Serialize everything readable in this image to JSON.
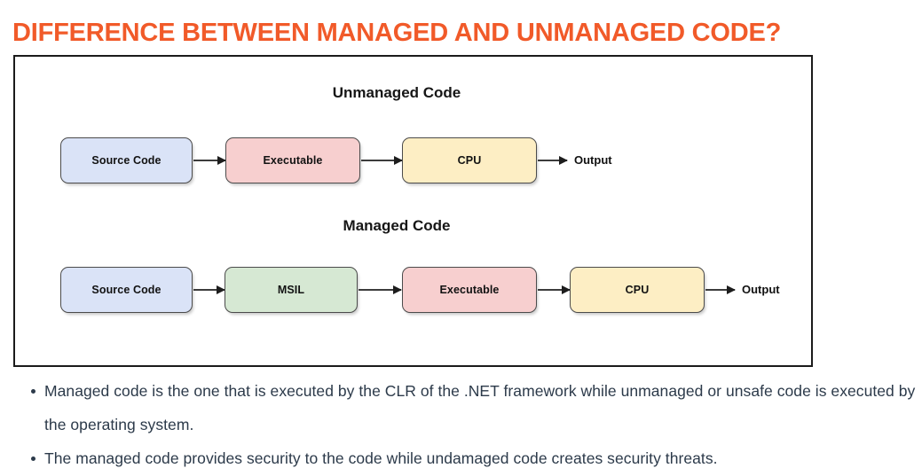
{
  "slide": {
    "title": "DIFFERENCE BETWEEN MANAGED AND UNMANAGED CODE?",
    "title_color": "#f15a29"
  },
  "diagram": {
    "frame_border_color": "#1b1b1b",
    "flows": [
      {
        "heading": "Unmanaged Code",
        "nodes": [
          {
            "label": "Source Code",
            "color": "#dae3f7",
            "swatch": "blue"
          },
          {
            "label": "Executable",
            "color": "#f7cfcf",
            "swatch": "pink"
          },
          {
            "label": "CPU",
            "color": "#fdeec4",
            "swatch": "yellow"
          }
        ],
        "end_label": "Output"
      },
      {
        "heading": "Managed Code",
        "nodes": [
          {
            "label": "Source Code",
            "color": "#dae3f7",
            "swatch": "blue"
          },
          {
            "label": "MSIL",
            "color": "#d6e8d3",
            "swatch": "green"
          },
          {
            "label": "Executable",
            "color": "#f7cfcf",
            "swatch": "pink"
          },
          {
            "label": "CPU",
            "color": "#fdeec4",
            "swatch": "yellow"
          }
        ],
        "end_label": "Output"
      }
    ]
  },
  "bullets": [
    "Managed code is the one that is executed by the CLR of the .NET framework while unmanaged or unsafe code is executed by the operating system.",
    "The managed code provides security to the code while undamaged code creates security threats."
  ]
}
